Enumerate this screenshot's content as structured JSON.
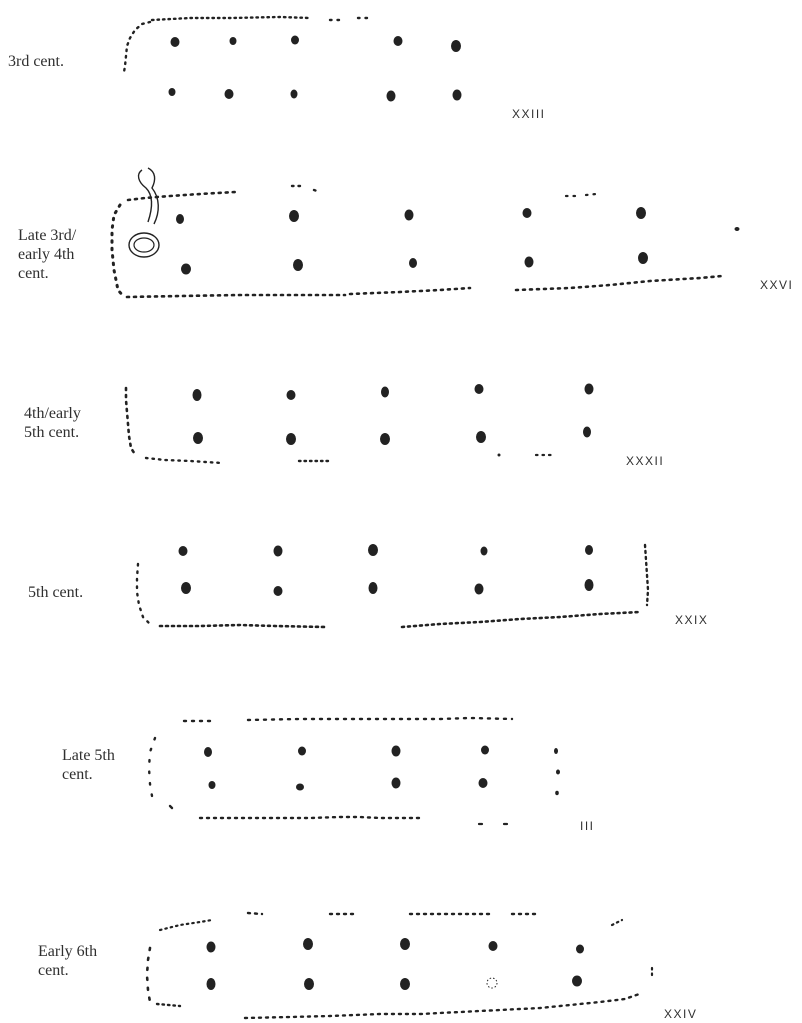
{
  "figure": {
    "rows": [
      {
        "period": "3rd cent.",
        "building": "XXIII"
      },
      {
        "period": "Late 3rd/\nearly 4th\ncent.",
        "building": "XXVI"
      },
      {
        "period": "4th/early\n5th cent.",
        "building": "XXXII"
      },
      {
        "period": "5th cent.",
        "building": "XXIX"
      },
      {
        "period": "Late 5th\ncent.",
        "building": "III"
      },
      {
        "period": "Early 6th\ncent.",
        "building": "XXIV"
      }
    ]
  }
}
